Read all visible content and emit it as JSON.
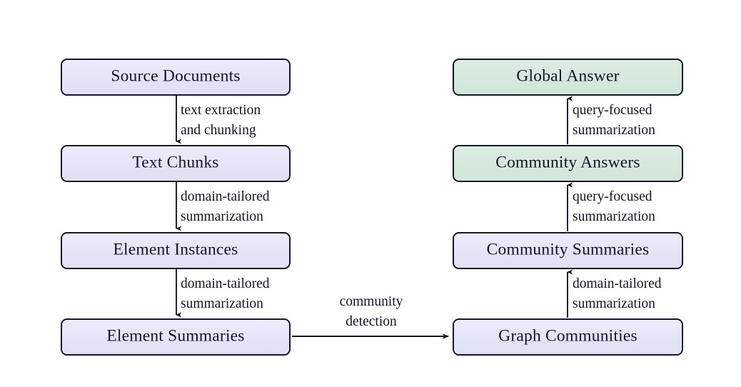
{
  "diagram": {
    "title": "GraphRAG pipeline flow diagram",
    "background": "#ffffff",
    "colors": {
      "node_lavender_fill": "#e4e4f8",
      "node_green_fill": "#d5e8dc",
      "node_border": "#16162c",
      "text": "#14142b",
      "edge": "#14142b"
    },
    "nodes": [
      {
        "id": "source_documents",
        "label": "Source Documents",
        "style": "lavender"
      },
      {
        "id": "text_chunks",
        "label": "Text Chunks",
        "style": "lavender"
      },
      {
        "id": "element_instances",
        "label": "Element Instances",
        "style": "lavender"
      },
      {
        "id": "element_summaries",
        "label": "Element Summaries",
        "style": "lavender"
      },
      {
        "id": "graph_communities",
        "label": "Graph Communities",
        "style": "lavender"
      },
      {
        "id": "community_summaries",
        "label": "Community Summaries",
        "style": "lavender"
      },
      {
        "id": "community_answers",
        "label": "Community Answers",
        "style": "green"
      },
      {
        "id": "global_answer",
        "label": "Global Answer",
        "style": "green"
      }
    ],
    "edges": [
      {
        "id": "e1",
        "from": "source_documents",
        "to": "text_chunks",
        "direction": "down",
        "label_line1": "text extraction",
        "label_line2": "and chunking"
      },
      {
        "id": "e2",
        "from": "text_chunks",
        "to": "element_instances",
        "direction": "down",
        "label_line1": "domain-tailored",
        "label_line2": "summarization"
      },
      {
        "id": "e3",
        "from": "element_instances",
        "to": "element_summaries",
        "direction": "down",
        "label_line1": "domain-tailored",
        "label_line2": "summarization"
      },
      {
        "id": "e4",
        "from": "element_summaries",
        "to": "graph_communities",
        "direction": "right",
        "label_line1": "community",
        "label_line2": "detection"
      },
      {
        "id": "e5",
        "from": "graph_communities",
        "to": "community_summaries",
        "direction": "up",
        "label_line1": "domain-tailored",
        "label_line2": "summarization"
      },
      {
        "id": "e6",
        "from": "community_summaries",
        "to": "community_answers",
        "direction": "up",
        "label_line1": "query-focused",
        "label_line2": "summarization"
      },
      {
        "id": "e7",
        "from": "community_answers",
        "to": "global_answer",
        "direction": "up",
        "label_line1": "query-focused",
        "label_line2": "summarization"
      }
    ]
  }
}
